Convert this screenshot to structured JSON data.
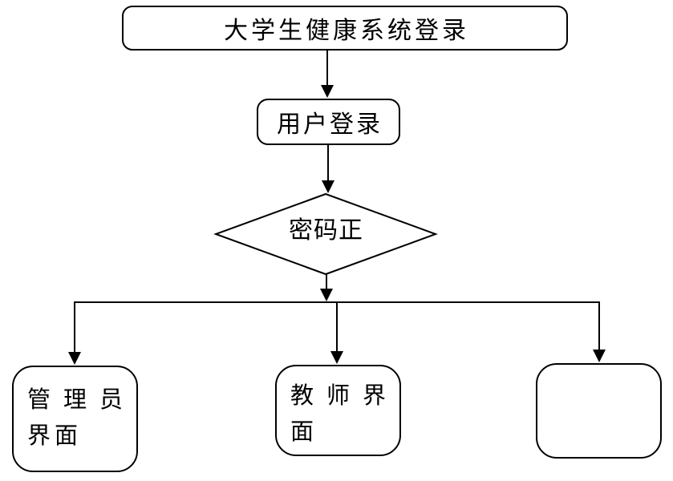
{
  "diagram": {
    "type": "flowchart",
    "background_color": "#ffffff",
    "stroke_color": "#000000",
    "nodes": {
      "start": {
        "shape": "rounded-rectangle",
        "label": "大学生健康系统登录"
      },
      "login": {
        "shape": "rounded-rectangle",
        "label": "用户登录"
      },
      "decision": {
        "shape": "diamond",
        "label": "密码正"
      },
      "admin": {
        "shape": "rounded-rectangle",
        "label": "管理员界面",
        "line1": "管理员",
        "line2": "界面"
      },
      "teacher": {
        "shape": "rounded-rectangle",
        "label": "教师界面",
        "line1": "教师界",
        "line2": "面"
      },
      "empty": {
        "shape": "rounded-rectangle",
        "label": ""
      }
    },
    "edges": [
      {
        "from": "start",
        "to": "login",
        "style": "arrow"
      },
      {
        "from": "login",
        "to": "decision",
        "style": "arrow"
      },
      {
        "from": "decision",
        "to": "admin",
        "style": "arrow"
      },
      {
        "from": "decision",
        "to": "teacher",
        "style": "arrow"
      },
      {
        "from": "decision",
        "to": "empty",
        "style": "arrow"
      }
    ]
  }
}
